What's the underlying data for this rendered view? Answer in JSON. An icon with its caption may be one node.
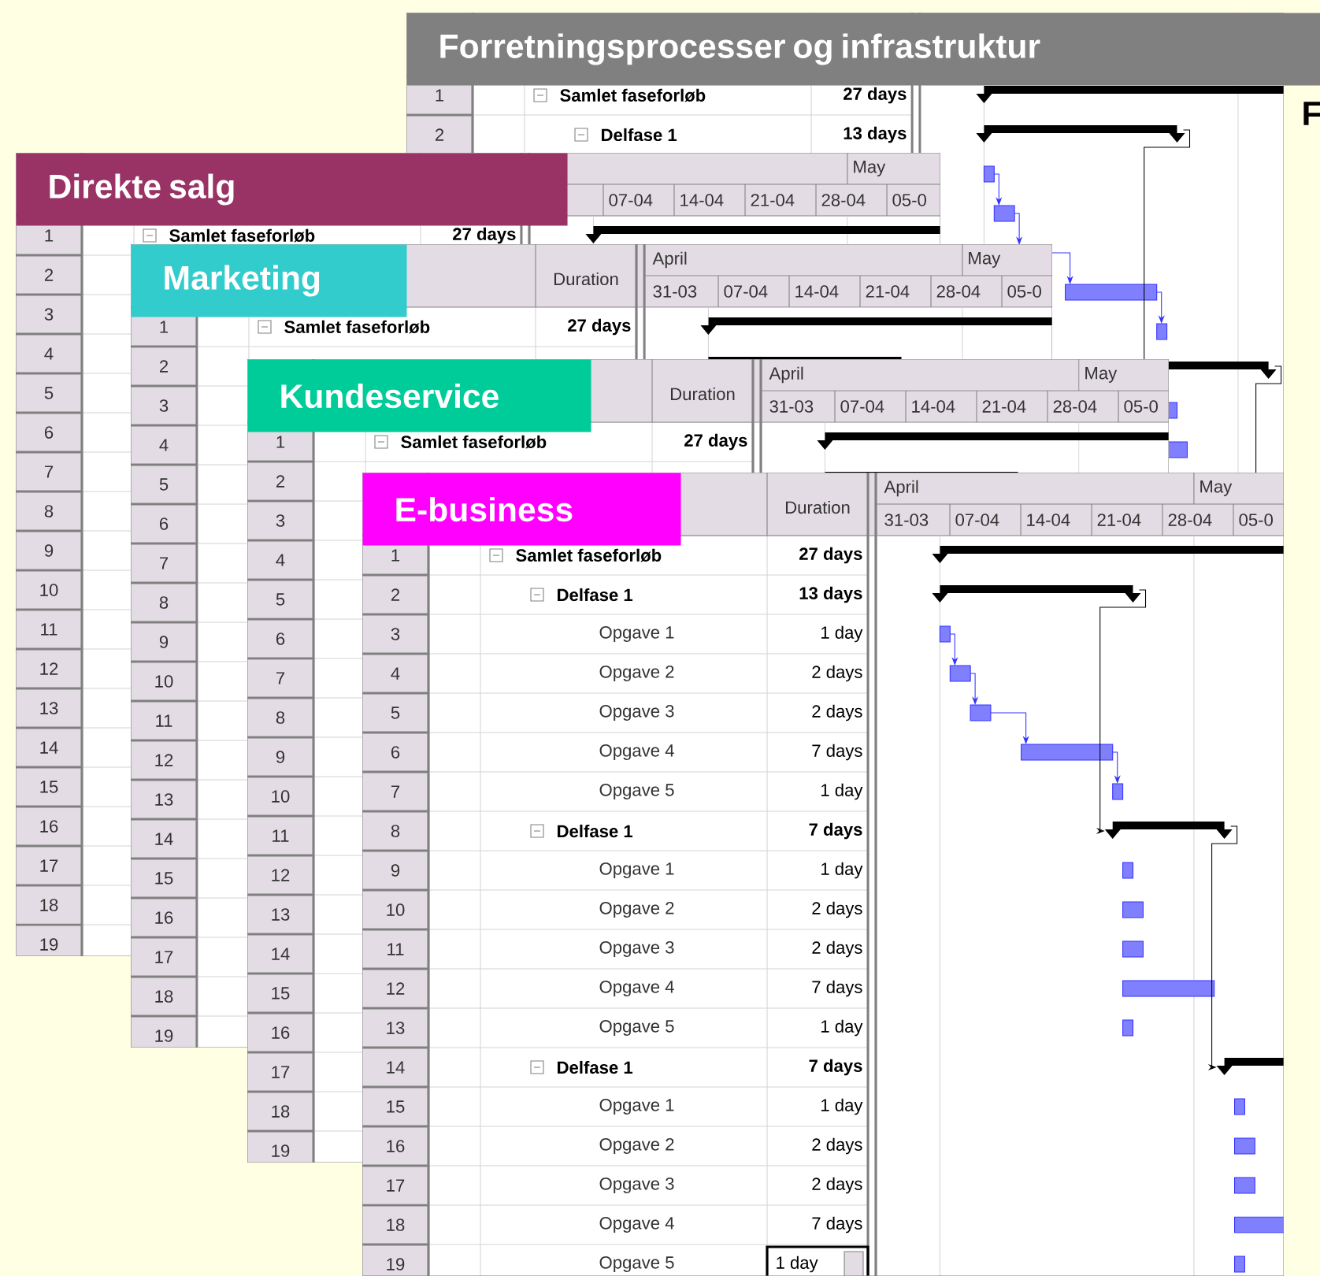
{
  "diagram": {
    "nodes": [
      {
        "text": [
          "Forretningsprocesser og infrastruktur"
        ]
      },
      {
        "text": [
          "Direkte salg"
        ]
      },
      {
        "text": [
          "Marketing"
        ]
      },
      {
        "text": [
          "Kundeservice"
        ]
      },
      {
        "text": [
          "E-business"
        ]
      }
    ],
    "labels": [
      "1",
      "Samlet faseforløb",
      "27 days",
      "2",
      "Delfase 1",
      "13 days",
      "F",
      "May",
      "07-04",
      "14-04",
      "21-04",
      "28-04",
      "05-0",
      "1",
      "Samlet faseforløb",
      "27 days",
      "2",
      "3",
      "4",
      "5",
      "6",
      "7",
      "8",
      "9",
      "10",
      "11",
      "12",
      "13",
      "14",
      "15",
      "16",
      "17",
      "18",
      "19",
      "Duration",
      "April",
      "May",
      "31-03",
      "07-04",
      "14-04",
      "21-04",
      "28-04",
      "05-0",
      "1",
      "Samlet faseforløb",
      "27 days",
      "2",
      "3",
      "4",
      "5",
      "6",
      "7",
      "8",
      "9",
      "10",
      "11",
      "12",
      "13",
      "14",
      "15",
      "16",
      "17",
      "18",
      "19",
      "Duration",
      "April",
      "May",
      "31-03",
      "07-04",
      "14-04",
      "21-04",
      "28-04",
      "05-0",
      "1",
      "Samlet faseforløb",
      "27 days",
      "2",
      "3",
      "4",
      "5",
      "6",
      "7",
      "8",
      "9",
      "10",
      "11",
      "12",
      "13",
      "14",
      "15",
      "16",
      "17",
      "18",
      "19",
      "Duration",
      "April",
      "May",
      "31-03",
      "07-04",
      "14-04",
      "21-04",
      "28-04",
      "05-0",
      "1",
      "Samlet faseforløb",
      "27 days",
      "2",
      "Delfase 1",
      "13 days",
      "3",
      "Opgave 1",
      "1 day",
      "4",
      "Opgave 2",
      "2 days",
      "5",
      "Opgave 3",
      "2 days",
      "6",
      "Opgave 4",
      "7 days",
      "7",
      "Opgave 5",
      "1 day",
      "8",
      "Delfase 1",
      "7 days",
      "9",
      "Opgave 1",
      "1 day",
      "10",
      "Opgave 2",
      "2 days",
      "11",
      "Opgave 3",
      "2 days",
      "12",
      "Opgave 4",
      "7 days",
      "13",
      "Opgave 5",
      "1 day",
      "14",
      "Delfase 1",
      "7 days",
      "15",
      "Opgave 1",
      "1 day",
      "16",
      "Opgave 2",
      "2 days",
      "17",
      "Opgave 3",
      "2 days",
      "18",
      "Opgave 4",
      "7 days",
      "19",
      "Opgave 5",
      "1 day"
    ]
  }
}
